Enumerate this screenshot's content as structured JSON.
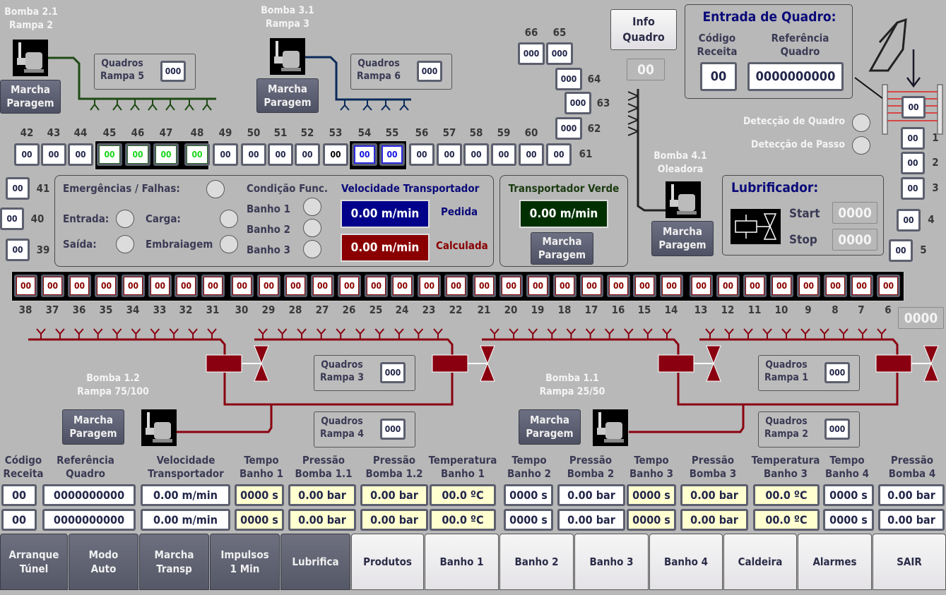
{
  "pumps": {
    "b21": {
      "title": "Bomba 2.1",
      "sub": "Rampa 2",
      "button": [
        "Marcha",
        "Paragem"
      ]
    },
    "b31": {
      "title": "Bomba 3.1",
      "sub": "Rampa 3",
      "button": [
        "Marcha",
        "Paragem"
      ]
    },
    "b41": {
      "title": "Bomba 4.1",
      "sub": "Oleadora",
      "button": [
        "Marcha",
        "Paragem"
      ]
    },
    "b12": {
      "title": "Bomba 1.2",
      "sub": "Rampa 75/100",
      "button": [
        "Marcha",
        "Paragem"
      ]
    },
    "b11": {
      "title": "Bomba 1.1",
      "sub": "Rampa 25/50",
      "button": [
        "Marcha",
        "Paragem"
      ]
    }
  },
  "quadros": {
    "r5": {
      "l1": "Quadros",
      "l2": "Rampa 5",
      "value": "000"
    },
    "r6": {
      "l1": "Quadros",
      "l2": "Rampa 6",
      "value": "000"
    },
    "r3": {
      "l1": "Quadros",
      "l2": "Rampa 3",
      "value": "000"
    },
    "r4": {
      "l1": "Quadros",
      "l2": "Rampa 4",
      "value": "000"
    },
    "r1": {
      "l1": "Quadros",
      "l2": "Rampa 1",
      "value": "000"
    },
    "r2": {
      "l1": "Quadros",
      "l2": "Rampa 2",
      "value": "000"
    }
  },
  "info_quadro": {
    "label": [
      "Info",
      "Quadro"
    ],
    "value": "00"
  },
  "entrada": {
    "title": "Entrada de Quadro:",
    "codigo_label": [
      "Código",
      "Receita"
    ],
    "referencia_label": [
      "Referência",
      "Quadro"
    ],
    "codigo_value": "00",
    "referencia_value": "0000000000",
    "sensor_value": "00"
  },
  "deteccao": {
    "quadro": "Detecção de Quadro",
    "passo": "Detecção de Passo"
  },
  "top_positions": {
    "numbers": [
      "42",
      "43",
      "44",
      "45",
      "46",
      "47",
      "48",
      "49",
      "50",
      "51",
      "52",
      "53",
      "54",
      "55",
      "56",
      "57",
      "58",
      "59",
      "60"
    ],
    "values": [
      "00",
      "00",
      "00",
      "00",
      "00",
      "00",
      "00",
      "00",
      "00",
      "00",
      "00",
      "00",
      "00",
      "00",
      "00",
      "00",
      "00",
      "00",
      "00"
    ],
    "p61": {
      "num": "61",
      "value": "00"
    }
  },
  "diag_positions": [
    {
      "num": "66",
      "value": "000"
    },
    {
      "num": "65",
      "value": "000"
    },
    {
      "num": "64",
      "value": "000"
    },
    {
      "num": "63",
      "value": "000"
    },
    {
      "num": "62",
      "value": "000"
    }
  ],
  "right_positions": [
    {
      "num": "1",
      "value": "00"
    },
    {
      "num": "2",
      "value": "00"
    },
    {
      "num": "3",
      "value": "00"
    },
    {
      "num": "4",
      "value": "00"
    },
    {
      "num": "5",
      "value": "00"
    }
  ],
  "left_positions": [
    {
      "num": "41",
      "value": "00"
    },
    {
      "num": "40",
      "value": "00"
    },
    {
      "num": "39",
      "value": "00"
    }
  ],
  "bottom_positions": {
    "numbers": [
      "38",
      "37",
      "36",
      "35",
      "34",
      "33",
      "32",
      "31",
      "30",
      "29",
      "28",
      "27",
      "26",
      "25",
      "24",
      "23",
      "22",
      "21",
      "20",
      "19",
      "18",
      "17",
      "16",
      "15",
      "14",
      "13",
      "12",
      "11",
      "10",
      "9",
      "8",
      "7",
      "6"
    ],
    "values": [
      "00",
      "00",
      "00",
      "00",
      "00",
      "00",
      "00",
      "00",
      "00",
      "00",
      "00",
      "00",
      "00",
      "00",
      "00",
      "00",
      "00",
      "00",
      "00",
      "00",
      "00",
      "00",
      "00",
      "00",
      "00",
      "00",
      "00",
      "00",
      "00",
      "00",
      "00",
      "00",
      "00"
    ]
  },
  "counter_right": "0000",
  "status": {
    "emerg": "Emergências / Falhas:",
    "entrada": "Entrada:",
    "saida": "Saída:",
    "carga": "Carga:",
    "embraiagem": "Embraiagem",
    "condicao": "Condição Func.",
    "banho1": "Banho 1",
    "banho2": "Banho 2",
    "banho3": "Banho 3",
    "vel_title": "Velocidade Transportador",
    "pedida_value": "0.00 m/min",
    "pedida_label": "Pedida",
    "calc_value": "0.00 m/min",
    "calc_label": "Calculada"
  },
  "verde": {
    "title": "Transportador Verde",
    "value": "0.00 m/min",
    "button": [
      "Marcha",
      "Paragem"
    ]
  },
  "lubrificador": {
    "title": "Lubrificador:",
    "start_label": "Start",
    "stop_label": "Stop",
    "start_value": "0000",
    "stop_value": "0000"
  },
  "table": {
    "headers": [
      [
        "Código",
        "Receita"
      ],
      [
        "Referência",
        "Quadro"
      ],
      [
        "Velocidade",
        "Transportador"
      ],
      [
        "Tempo",
        "Banho 1"
      ],
      [
        "Pressão",
        "Bomba 1.1"
      ],
      [
        "Pressão",
        "Bomba 1.2"
      ],
      [
        "Temperatura",
        "Banho 1"
      ],
      [
        "Tempo",
        "Banho 2"
      ],
      [
        "Pressão",
        "Bomba 2"
      ],
      [
        "Tempo",
        "Banho 3"
      ],
      [
        "Pressão",
        "Bomba 3"
      ],
      [
        "Temperatura",
        "Banho 3"
      ],
      [
        "Tempo",
        "Banho 4"
      ],
      [
        "Pressão",
        "Bomba 4"
      ]
    ],
    "rows": [
      [
        "00",
        "0000000000",
        "0.00 m/min",
        "0000 s",
        "0.00 bar",
        "0.00 bar",
        "00.0 ºC",
        "0000 s",
        "0.00 bar",
        "0000 s",
        "0.00 bar",
        "00.0 ºC",
        "0000 s",
        "0.00 bar"
      ],
      [
        "00",
        "0000000000",
        "0.00 m/min",
        "0000 s",
        "0.00 bar",
        "0.00 bar",
        "00.0 ºC",
        "0000 s",
        "0.00 bar",
        "0000 s",
        "0.00 bar",
        "00.0 ºC",
        "0000 s",
        "0.00 bar"
      ]
    ]
  },
  "tabs": [
    {
      "l1": "Arranque",
      "l2": "Túnel"
    },
    {
      "l1": "Modo",
      "l2": "Auto"
    },
    {
      "l1": "Marcha",
      "l2": "Transp"
    },
    {
      "l1": "Impulsos",
      "l2": "1 Min"
    },
    {
      "l1": "Lubrifica",
      "l2": ""
    },
    {
      "l1": "Produtos",
      "l2": ""
    },
    {
      "l1": "Banho 1",
      "l2": ""
    },
    {
      "l1": "Banho 2",
      "l2": ""
    },
    {
      "l1": "Banho 3",
      "l2": ""
    },
    {
      "l1": "Banho 4",
      "l2": ""
    },
    {
      "l1": "Caldeira",
      "l2": ""
    },
    {
      "l1": "Alarmes",
      "l2": ""
    },
    {
      "l1": "SAIR",
      "l2": ""
    }
  ],
  "colors": {
    "green_line": "#1f4a14",
    "blue_line": "#0a2a5a",
    "red_line": "#8a0010",
    "vel_blue": "#00008a",
    "vel_red": "#8a0000",
    "verde_bg": "#003000"
  }
}
